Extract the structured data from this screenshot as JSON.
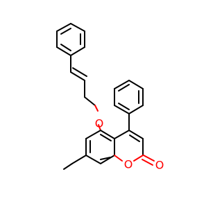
{
  "molecule": {
    "atoms": [
      {
        "id": "o_ether",
        "label": "O",
        "color": "#ff0000"
      },
      {
        "id": "o_ring",
        "label": "O",
        "color": "#ff0000"
      },
      {
        "id": "o_carbonyl",
        "label": "O",
        "color": "#ff0000"
      }
    ],
    "bond_color": "#000000",
    "heteroatom_color": "#ff0000"
  }
}
